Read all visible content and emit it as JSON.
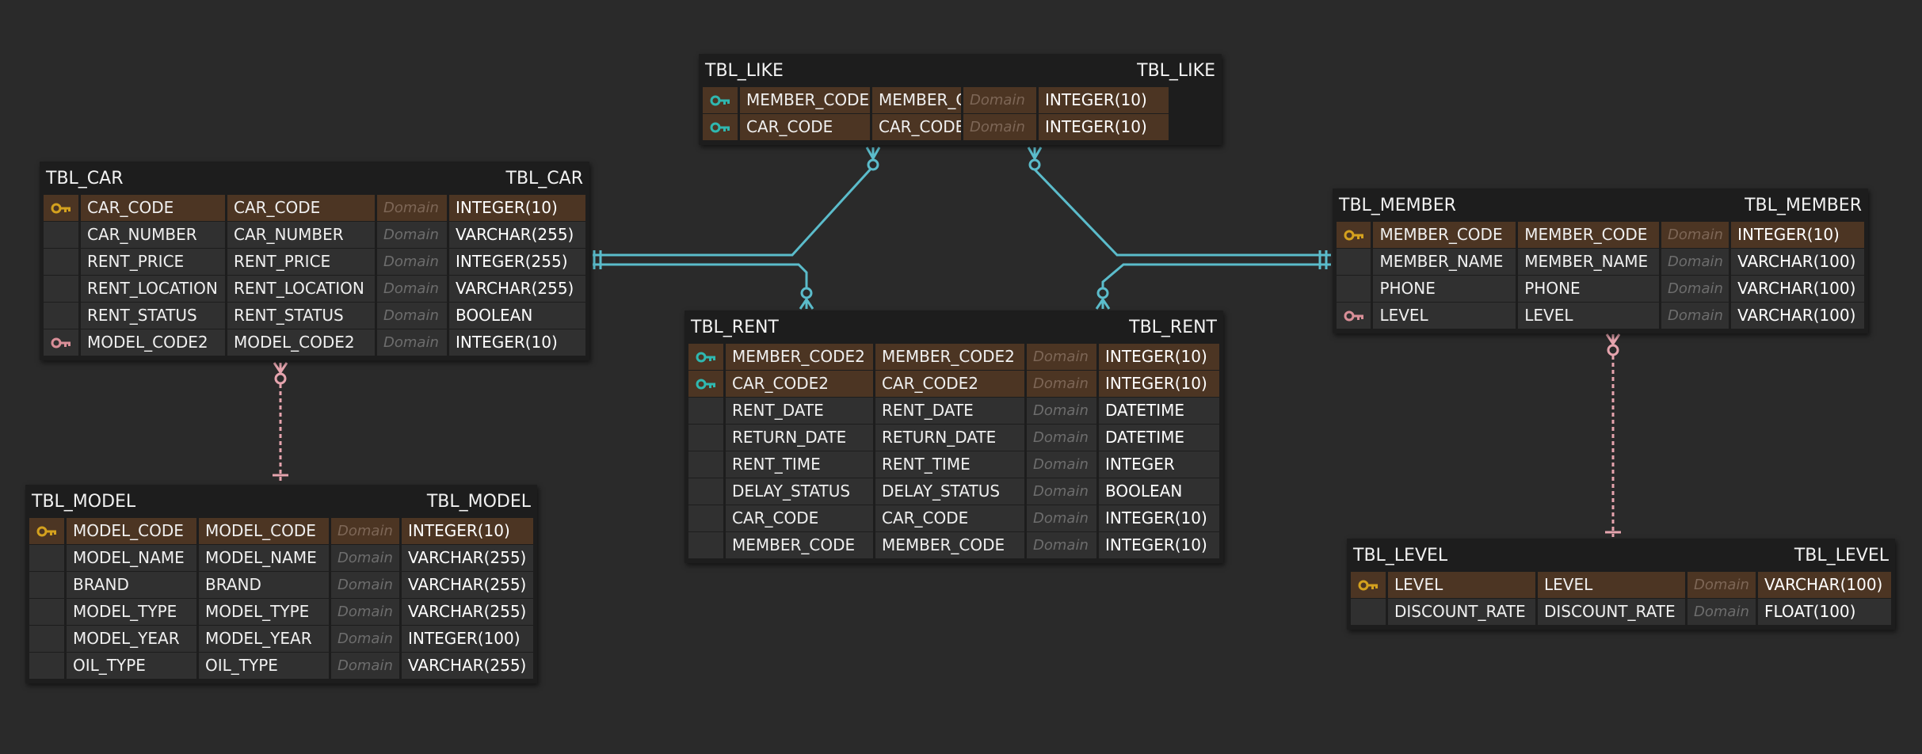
{
  "colors": {
    "background": "#2a2a2a",
    "table_bg": "#1d1d1d",
    "row_bg": "#303030",
    "pk_row_bg": "#4c3523",
    "primary_key_icon": "#d4a11e",
    "foreign_pk_key_icon": "#2fb8b0",
    "foreign_key_icon": "#d98f98",
    "identifying_relation": "#5bbccb",
    "non_identifying_relation": "#e6a4ae"
  },
  "tables": {
    "like": {
      "title_left": "TBL_LIKE",
      "title_right": "TBL_LIKE",
      "rows": [
        {
          "icon": "key-icon",
          "key": "pfk",
          "logical": "MEMBER_CODE",
          "physical": "MEMBER_CODE",
          "domain": "Domain",
          "type": "INTEGER(10)"
        },
        {
          "icon": "key-icon",
          "key": "pfk",
          "logical": "CAR_CODE",
          "physical": "CAR_CODE",
          "domain": "Domain",
          "type": "INTEGER(10)"
        }
      ]
    },
    "car": {
      "title_left": "TBL_CAR",
      "title_right": "TBL_CAR",
      "rows": [
        {
          "icon": "key-icon",
          "key": "pk",
          "logical": "CAR_CODE",
          "physical": "CAR_CODE",
          "domain": "Domain",
          "type": "INTEGER(10)"
        },
        {
          "icon": "",
          "key": "",
          "logical": "CAR_NUMBER",
          "physical": "CAR_NUMBER",
          "domain": "Domain",
          "type": "VARCHAR(255)"
        },
        {
          "icon": "",
          "key": "",
          "logical": "RENT_PRICE",
          "physical": "RENT_PRICE",
          "domain": "Domain",
          "type": "INTEGER(255)"
        },
        {
          "icon": "",
          "key": "",
          "logical": "RENT_LOCATION",
          "physical": "RENT_LOCATION",
          "domain": "Domain",
          "type": "VARCHAR(255)"
        },
        {
          "icon": "",
          "key": "",
          "logical": "RENT_STATUS",
          "physical": "RENT_STATUS",
          "domain": "Domain",
          "type": "BOOLEAN"
        },
        {
          "icon": "key-icon",
          "key": "fk",
          "logical": "MODEL_CODE2",
          "physical": "MODEL_CODE2",
          "domain": "Domain",
          "type": "INTEGER(10)"
        }
      ]
    },
    "member": {
      "title_left": "TBL_MEMBER",
      "title_right": "TBL_MEMBER",
      "rows": [
        {
          "icon": "key-icon",
          "key": "pk",
          "logical": "MEMBER_CODE",
          "physical": "MEMBER_CODE",
          "domain": "Domain",
          "type": "INTEGER(10)"
        },
        {
          "icon": "",
          "key": "",
          "logical": "MEMBER_NAME",
          "physical": "MEMBER_NAME",
          "domain": "Domain",
          "type": "VARCHAR(100)"
        },
        {
          "icon": "",
          "key": "",
          "logical": "PHONE",
          "physical": "PHONE",
          "domain": "Domain",
          "type": "VARCHAR(100)"
        },
        {
          "icon": "key-icon",
          "key": "fk",
          "logical": "LEVEL",
          "physical": "LEVEL",
          "domain": "Domain",
          "type": "VARCHAR(100)"
        }
      ]
    },
    "rent": {
      "title_left": "TBL_RENT",
      "title_right": "TBL_RENT",
      "rows": [
        {
          "icon": "key-icon",
          "key": "pfk",
          "logical": "MEMBER_CODE2",
          "physical": "MEMBER_CODE2",
          "domain": "Domain",
          "type": "INTEGER(10)"
        },
        {
          "icon": "key-icon",
          "key": "pfk",
          "logical": "CAR_CODE2",
          "physical": "CAR_CODE2",
          "domain": "Domain",
          "type": "INTEGER(10)"
        },
        {
          "icon": "",
          "key": "",
          "logical": "RENT_DATE",
          "physical": "RENT_DATE",
          "domain": "Domain",
          "type": "DATETIME"
        },
        {
          "icon": "",
          "key": "",
          "logical": "RETURN_DATE",
          "physical": "RETURN_DATE",
          "domain": "Domain",
          "type": "DATETIME"
        },
        {
          "icon": "",
          "key": "",
          "logical": "RENT_TIME",
          "physical": "RENT_TIME",
          "domain": "Domain",
          "type": "INTEGER"
        },
        {
          "icon": "",
          "key": "",
          "logical": "DELAY_STATUS",
          "physical": "DELAY_STATUS",
          "domain": "Domain",
          "type": "BOOLEAN"
        },
        {
          "icon": "",
          "key": "",
          "logical": "CAR_CODE",
          "physical": "CAR_CODE",
          "domain": "Domain",
          "type": "INTEGER(10)"
        },
        {
          "icon": "",
          "key": "",
          "logical": "MEMBER_CODE",
          "physical": "MEMBER_CODE",
          "domain": "Domain",
          "type": "INTEGER(10)"
        }
      ]
    },
    "model": {
      "title_left": "TBL_MODEL",
      "title_right": "TBL_MODEL",
      "rows": [
        {
          "icon": "key-icon",
          "key": "pk",
          "logical": "MODEL_CODE",
          "physical": "MODEL_CODE",
          "domain": "Domain",
          "type": "INTEGER(10)"
        },
        {
          "icon": "",
          "key": "",
          "logical": "MODEL_NAME",
          "physical": "MODEL_NAME",
          "domain": "Domain",
          "type": "VARCHAR(255)"
        },
        {
          "icon": "",
          "key": "",
          "logical": "BRAND",
          "physical": "BRAND",
          "domain": "Domain",
          "type": "VARCHAR(255)"
        },
        {
          "icon": "",
          "key": "",
          "logical": "MODEL_TYPE",
          "physical": "MODEL_TYPE",
          "domain": "Domain",
          "type": "VARCHAR(255)"
        },
        {
          "icon": "",
          "key": "",
          "logical": "MODEL_YEAR",
          "physical": "MODEL_YEAR",
          "domain": "Domain",
          "type": "INTEGER(100)"
        },
        {
          "icon": "",
          "key": "",
          "logical": "OIL_TYPE",
          "physical": "OIL_TYPE",
          "domain": "Domain",
          "type": "VARCHAR(255)"
        }
      ]
    },
    "level": {
      "title_left": "TBL_LEVEL",
      "title_right": "TBL_LEVEL",
      "rows": [
        {
          "icon": "key-icon",
          "key": "pk",
          "logical": "LEVEL",
          "physical": "LEVEL",
          "domain": "Domain",
          "type": "VARCHAR(100)"
        },
        {
          "icon": "",
          "key": "",
          "logical": "DISCOUNT_RATE",
          "physical": "DISCOUNT_RATE",
          "domain": "Domain",
          "type": "FLOAT(100)"
        }
      ]
    }
  },
  "relationships": [
    {
      "parent": "TBL_CAR",
      "child": "TBL_LIKE",
      "kind": "identifying"
    },
    {
      "parent": "TBL_MEMBER",
      "child": "TBL_LIKE",
      "kind": "identifying"
    },
    {
      "parent": "TBL_CAR",
      "child": "TBL_RENT",
      "kind": "identifying"
    },
    {
      "parent": "TBL_MEMBER",
      "child": "TBL_RENT",
      "kind": "identifying"
    },
    {
      "parent": "TBL_MODEL",
      "child": "TBL_CAR",
      "kind": "non-identifying"
    },
    {
      "parent": "TBL_LEVEL",
      "child": "TBL_MEMBER",
      "kind": "non-identifying"
    }
  ]
}
